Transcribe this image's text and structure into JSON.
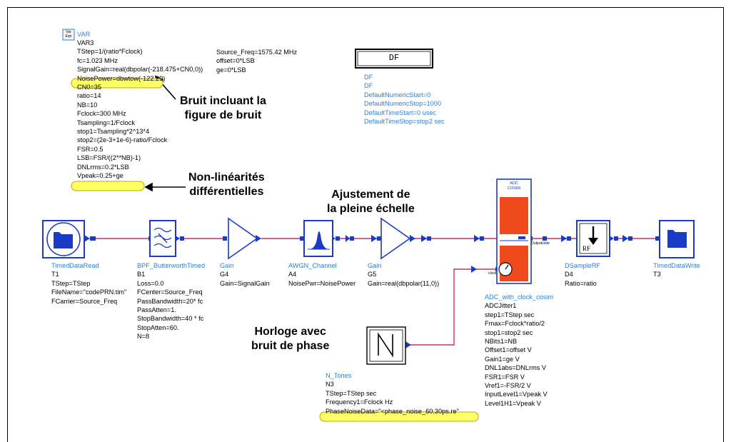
{
  "var_block": {
    "icon_line1": "Var",
    "icon_line2": "Eqn",
    "title": "VAR",
    "name": "VAR3",
    "params_left": [
      "TStep=1/(ratio*Fclock)",
      "fc=1.023 MHz",
      "SignalGain=real(dbpolar(-218.475+CN0,0))",
      "NoisePower=dbwtow(-122.29)",
      "CN0=35",
      "ratio=14",
      "NB=10",
      "Fclock=300 MHz",
      "Tsampling=1/Fclock",
      "stop1=Tsampling*2^13*4",
      "stop2=(2e-3+1e-6)-ratio/Fclock",
      "FSR=0.5",
      "LSB=FSR/((2**NB)-1)",
      "DNLrms=0.2*LSB",
      "Vpeak=0.25+ge"
    ],
    "params_right": [
      "Source_Freq=1575.42 MHz",
      "offset=0*LSB",
      "ge=0*LSB"
    ]
  },
  "df_block": {
    "box_label": "DF",
    "title": "DF",
    "name": "DF",
    "params": [
      "DefaultNumericStart=0",
      "DefaultNumericStop=1000",
      "DefaultTimeStart=0 usec",
      "DefaultTimeStop=stop2 sec"
    ]
  },
  "annotations": {
    "noise_fig": [
      "Bruit incluant la",
      "figure de bruit"
    ],
    "dnl": [
      "Non-linéarités",
      "différentielles"
    ],
    "full_scale": [
      "Ajustement de",
      "la pleine échelle"
    ],
    "clock": [
      "Horloge avec",
      "bruit de phase"
    ]
  },
  "components": {
    "t1": {
      "title": "TimedDataRead",
      "name": "T1",
      "params": [
        "TStep=TStep",
        "FileName=\"codePRN.tim\"",
        "FCarrier=Source_Freq"
      ]
    },
    "b1": {
      "title": "BPF_ButterworthTimed",
      "name": "B1",
      "params": [
        "Loss=0.0",
        "FCenter=Source_Freq",
        "PassBandwidth=20* fc",
        "PassAtten=1.",
        "StopBandwidth=40 * fc",
        "StopAtten=60.",
        "N=8"
      ]
    },
    "g4": {
      "title": "Gain",
      "name": "G4",
      "params": [
        "Gain=SignalGain"
      ]
    },
    "a4": {
      "title": "AWGN_Channel",
      "name": "A4",
      "params": [
        "NoisePwr=NoisePower"
      ]
    },
    "g5": {
      "title": "Gain",
      "name": "G5",
      "params": [
        "Gain=real(dbpolar(11,0))"
      ]
    },
    "adc": {
      "box_line1": "ADC",
      "box_line2": "COSIM",
      "out_label": "Outputcode",
      "clock_label": "clock",
      "title": "ADC_with_clock_cosim",
      "name": "ADCJitter1",
      "params": [
        "step1=TStep sec",
        "Fmax=Fclock*ratio/2",
        "stop1=stop2 sec",
        "NBits1=NB",
        "Offset1=offset V",
        "Gain1=ge V",
        "DNL1abs=DNLrms V",
        "FSR1=FSR V",
        "Vref1=-FSR/2 V",
        "InputLevel1=Vpeak V",
        "Level1H1=Vpeak V"
      ]
    },
    "d4": {
      "title": "DSampleRF",
      "name": "D4",
      "params": [
        "Ratio=ratio"
      ],
      "glyph": "RF"
    },
    "t3": {
      "title": "TimedDataWrite",
      "name": "T3",
      "params": []
    },
    "n3": {
      "title": "N_Tones",
      "name": "N3",
      "params": [
        "TStep=TStep sec",
        "Frequency1=Fclock Hz",
        "PhaseNoiseData=\"<phase_noise_60.30ps.re\""
      ]
    }
  },
  "colors": {
    "wire": "#c0306a",
    "port": "#1a3ac8",
    "param_text": "#2f7fd0",
    "highlight": "#ffff66",
    "adc_orange": "#f04a1c"
  }
}
